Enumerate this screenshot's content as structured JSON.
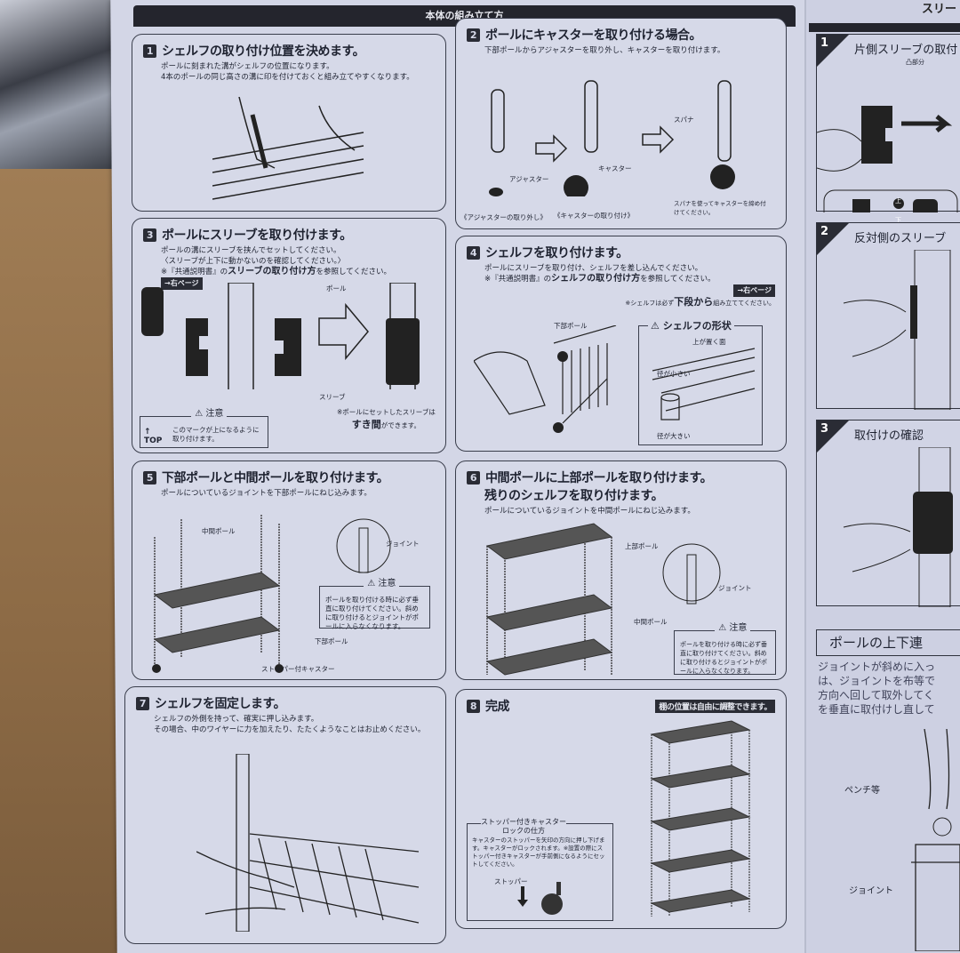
{
  "header": {
    "title": "本体の組み立て方"
  },
  "steps": [
    {
      "num": "1",
      "title": "シェルフの取り付け位置を決めます。",
      "desc": [
        "ポールに刻まれた溝がシェルフの位置になります。",
        "4本のポールの同じ高さの溝に印を付けておくと組み立てやすくなります。"
      ]
    },
    {
      "num": "2",
      "title": "ポールにキャスターを取り付ける場合。",
      "desc": [
        "下部ポールからアジャスターを取り外し、キャスターを取り付けます。"
      ],
      "labels": {
        "adjuster": "アジャスター",
        "caster": "キャスター",
        "spanner": "スパナ",
        "cap1": "《アジャスターの取り外し》",
        "cap2": "《キャスターの取り付け》",
        "cap3": "スパナを使ってキャスターを締め付けてください。"
      }
    },
    {
      "num": "3",
      "title": "ポールにスリーブを取り付けます。",
      "desc": [
        "ポールの溝にスリーブを挟んでセットしてください。",
        "〈スリーブが上下に動かないのを確認してください。〉"
      ],
      "ref_prefix": "※『共通説明書』の",
      "ref_bold": "スリーブの取り付け方",
      "ref_suffix": "を参照してください。",
      "page_tag": "→右ページ",
      "labels": {
        "pole": "ポール",
        "sleeve": "スリーブ",
        "gap1": "※ポールにセットしたスリーブは",
        "gap_bold": "すき間",
        "gap2": "ができます。"
      },
      "note": {
        "title": "注意",
        "top": "TOP",
        "text": "このマークが上になるように取り付けます。"
      }
    },
    {
      "num": "4",
      "title": "シェルフを取り付けます。",
      "desc": [
        "ポールにスリーブを取り付け、シェルフを差し込んでください。"
      ],
      "ref_prefix": "※『共通説明書』の",
      "ref_bold": "シェルフの取り付け方",
      "ref_suffix": "を参照してください。",
      "page_tag": "→右ページ",
      "order1": "※シェルフは必ず",
      "order_bold": "下段から",
      "order2": "組み立ててください。",
      "labels": {
        "lower_pole": "下部ポール",
        "shape": "シェルフの形状",
        "top_face": "上が置く面",
        "small": "径が小さい",
        "large": "径が大きい"
      }
    },
    {
      "num": "5",
      "title": "下部ポールと中間ポールを取り付けます。",
      "desc": [
        "ポールについているジョイントを下部ポールにねじ込みます。"
      ],
      "labels": {
        "mid_pole": "中間ポール",
        "joint": "ジョイント",
        "lower_pole": "下部ポール",
        "caster": "ストッパー付キャスター"
      },
      "note": {
        "title": "注意",
        "text": "ポールを取り付ける時に必ず垂直に取り付けてください。斜めに取り付けるとジョイントがポールに入らなくなります。"
      }
    },
    {
      "num": "6",
      "title": "中間ポールに上部ポールを取り付けます。",
      "title2": "残りのシェルフを取り付けます。",
      "desc": [
        "ポールについているジョイントを中間ポールにねじ込みます。"
      ],
      "labels": {
        "upper_pole": "上部ポール",
        "joint": "ジョイント",
        "mid_pole": "中間ポール"
      },
      "note": {
        "title": "注意",
        "text": "ポールを取り付ける時に必ず垂直に取り付けてください。斜めに取り付けるとジョイントがポールに入らなくなります。"
      }
    },
    {
      "num": "7",
      "title": "シェルフを固定します。",
      "desc": [
        "シェルフの外側を持って、確実に押し込みます。",
        "その場合、中のワイヤーに力を加えたり、たたくようなことはお止めください。"
      ]
    },
    {
      "num": "8",
      "title": "完成",
      "tag": "棚の位置は自由に調整できます。",
      "lock": {
        "title1": "ストッパー付きキャスター",
        "title2": "ロックの仕方",
        "text": "キャスターのストッパーを矢印の方向に押し下げます。キャスターがロックされます。※設置の際にストッパー付きキャスターが手前側になるようにセットしてください。",
        "stopper": "ストッパー"
      }
    }
  ],
  "right_page": {
    "header": "スリー",
    "steps": [
      {
        "num": "1",
        "title": "片側スリーブの取付",
        "convex": "凸部分",
        "up": "上",
        "down": "下"
      },
      {
        "num": "2",
        "title": "反対側のスリーブ"
      },
      {
        "num": "3",
        "title": "取付けの確認"
      }
    ],
    "section_title": "ポールの上下連",
    "text": [
      "ジョイントが斜めに入っ",
      "は、ジョイントを布等で",
      "方向へ回して取外してく",
      "を垂直に取付けし直して"
    ],
    "labels": {
      "pliers": "ペンチ等",
      "joint": "ジョイント"
    }
  }
}
